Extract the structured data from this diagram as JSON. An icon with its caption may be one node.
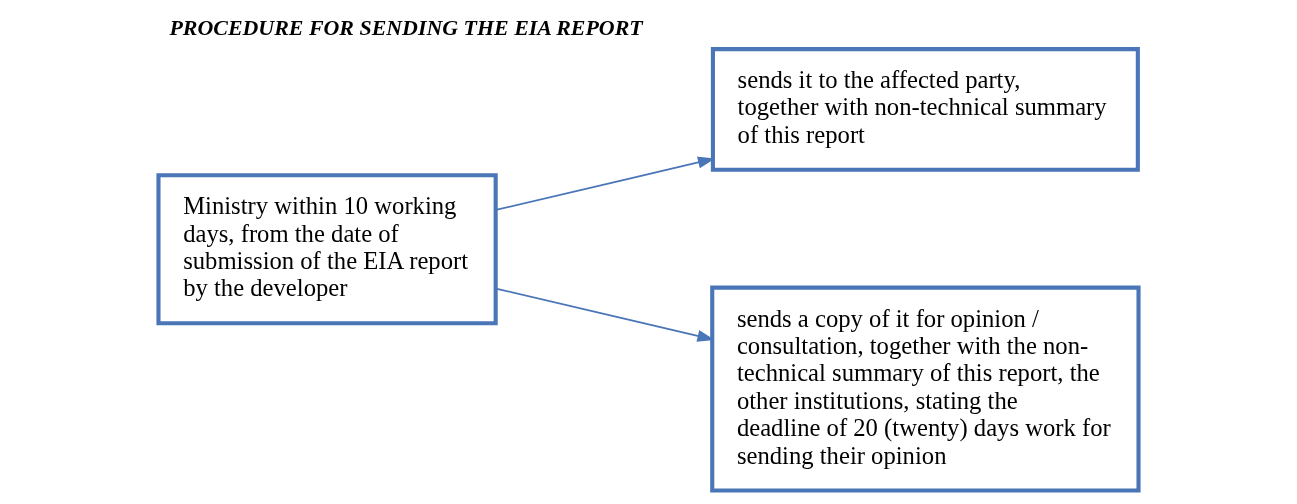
{
  "diagram": {
    "title": "PROCEDURE FOR SENDING THE EIA REPORT",
    "nodes": [
      {
        "text": [
          "Ministry within 10 working days, from the date of submission of the EIA report by the developer"
        ]
      },
      {
        "text": [
          "sends it to the affected party, together with non-technical summary of this report"
        ]
      },
      {
        "text": [
          "sends a copy of it for opinion / consultation, together with the non-technical summary of this report, the other institutions, stating the deadline of 20 (twenty) days work for sending their opinion"
        ]
      }
    ],
    "edges": [
      {
        "from": 0,
        "to": 1,
        "arrow": "to"
      },
      {
        "from": 0,
        "to": 2,
        "arrow": "to"
      }
    ]
  }
}
